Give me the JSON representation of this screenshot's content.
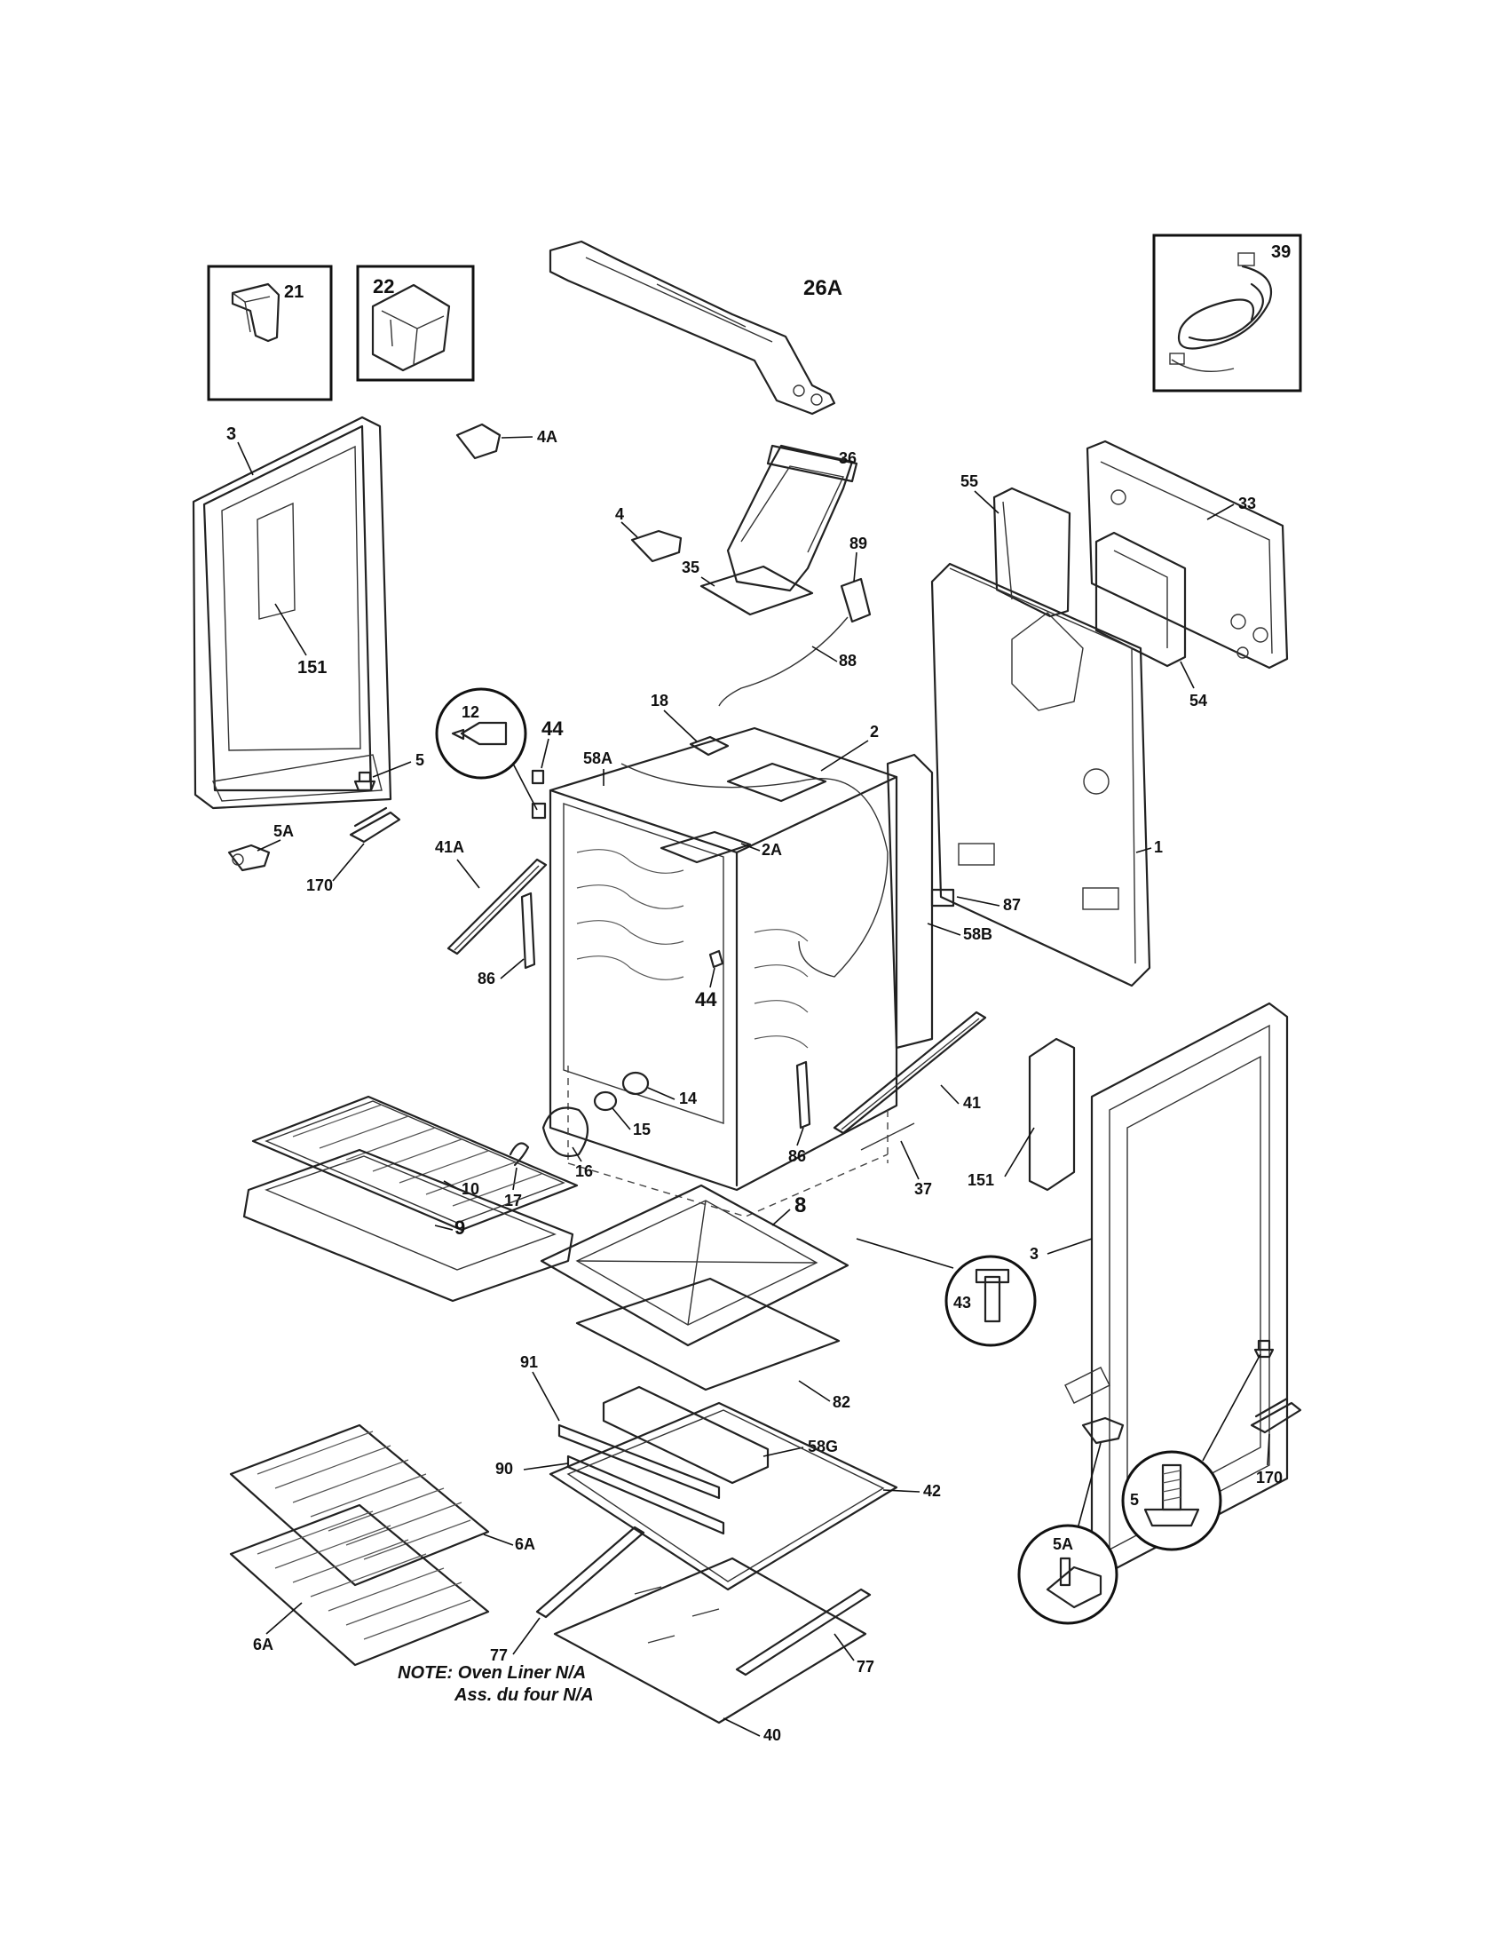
{
  "diagram": {
    "labels": {
      "p21": "21",
      "p22": "22",
      "p26a": "26A",
      "p39": "39",
      "p3_left": "3",
      "p4a": "4A",
      "p36": "36",
      "p4": "4",
      "p35": "35",
      "p89": "89",
      "p88": "88",
      "p55": "55",
      "p33": "33",
      "p54": "54",
      "p151_left": "151",
      "p12": "12",
      "p44_top": "44",
      "p58a": "58A",
      "p18": "18",
      "p2": "2",
      "p2a": "2A",
      "p1": "1",
      "p5_left": "5",
      "p5a_left": "5A",
      "p170_left": "170",
      "p41a": "41A",
      "p86_left": "86",
      "p87": "87",
      "p58b": "58B",
      "p44_mid": "44",
      "p14": "14",
      "p15": "15",
      "p16": "16",
      "p17": "17",
      "p10": "10",
      "p9": "9",
      "p86_right": "86",
      "p41": "41",
      "p37": "37",
      "p151_right": "151",
      "p8": "8",
      "p43": "43",
      "p3_right": "3",
      "p82": "82",
      "p91": "91",
      "p58g": "58G",
      "p90": "90",
      "p42": "42",
      "p6a_upper": "6A",
      "p6a_lower": "6A",
      "p77_left": "77",
      "p77_right": "77",
      "p40": "40",
      "p170_right": "170",
      "p5_right": "5",
      "p5a_right": "5A"
    },
    "note": {
      "line1": "NOTE: Oven Liner N/A",
      "line2": "Ass. du four N/A"
    }
  }
}
